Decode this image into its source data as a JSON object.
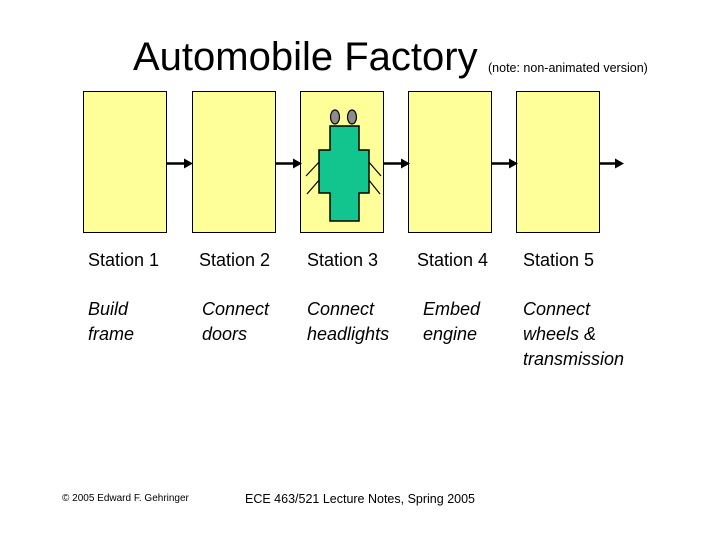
{
  "slide": {
    "title": "Automobile Factory",
    "note": "(note: non-animated version)",
    "footer": {
      "copyright": "© 2005 Edward F. Gehringer",
      "course": "ECE 463/521 Lecture Notes, Spring 2005"
    }
  },
  "stations": [
    {
      "name": "Station 1",
      "task": "Build frame"
    },
    {
      "name": "Station 2",
      "task": "Connect doors"
    },
    {
      "name": "Station 3",
      "task": "Connect headlights",
      "icon": "robot-icon"
    },
    {
      "name": "Station 4",
      "task": "Embed engine"
    },
    {
      "name": "Station 5",
      "task": "Connect wheels & transmission"
    }
  ],
  "colors": {
    "box_fill": "#FFFF99",
    "box_border": "#000000",
    "robot_green": "#12C48E",
    "antenna_gray": "#8C8C8C",
    "arrow_black": "#000000",
    "text": "#000000",
    "background": "#FFFFFF"
  }
}
